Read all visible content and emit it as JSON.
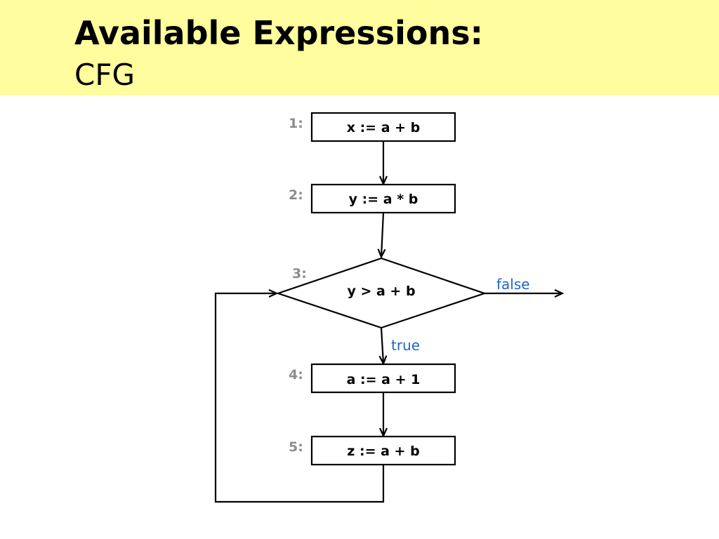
{
  "slide": {
    "title": "Available Expressions:",
    "subtitle": "CFG"
  },
  "colors": {
    "title_band": "#fffd9e",
    "node_label": "#8c8c8c",
    "edge_label": "#1f66c8"
  },
  "nodes": [
    {
      "id": "1",
      "label": "1:",
      "code": "x := a + b",
      "shape": "box"
    },
    {
      "id": "2",
      "label": "2:",
      "code": "y := a * b",
      "shape": "box"
    },
    {
      "id": "3",
      "label": "3:",
      "code": "y > a + b",
      "shape": "diamond"
    },
    {
      "id": "4",
      "label": "4:",
      "code": "a := a + 1",
      "shape": "box"
    },
    {
      "id": "5",
      "label": "5:",
      "code": "z := a + b",
      "shape": "box"
    }
  ],
  "edges": [
    {
      "from": "1",
      "to": "2",
      "label": ""
    },
    {
      "from": "2",
      "to": "3",
      "label": ""
    },
    {
      "from": "3",
      "to": "4",
      "label": "true"
    },
    {
      "from": "3",
      "to": "exit",
      "label": "false"
    },
    {
      "from": "4",
      "to": "5",
      "label": ""
    },
    {
      "from": "5",
      "to": "3",
      "label": ""
    }
  ]
}
